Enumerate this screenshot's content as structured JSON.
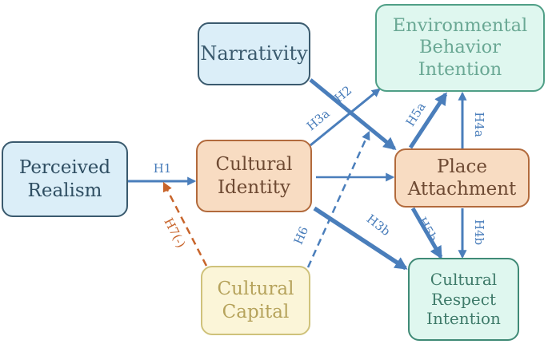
{
  "nodes": {
    "narrativity": {
      "lines": [
        "Narrativity"
      ]
    },
    "environmental_behavior_intention": {
      "lines": [
        "Environmental",
        "Behavior",
        "Intention"
      ]
    },
    "perceived_realism": {
      "lines": [
        "Perceived",
        "Realism"
      ]
    },
    "cultural_identity": {
      "lines": [
        "Cultural",
        "Identity"
      ]
    },
    "place_attachment": {
      "lines": [
        "Place",
        "Attachment"
      ]
    },
    "cultural_capital": {
      "lines": [
        "Cultural",
        "Capital"
      ]
    },
    "cultural_respect_intention": {
      "lines": [
        "Cultural",
        "Respect",
        "Intention"
      ]
    }
  },
  "paths": {
    "h1": "H1",
    "h2": "H2",
    "h3a": "H3a",
    "h3b": "H3b",
    "h4a": "H4a",
    "h4b": "H4b",
    "h5a": "H5a",
    "h5b": "H5b",
    "h6": "H6",
    "h7": "H7(-)"
  },
  "colors": {
    "arrow_blue": "#4a7ebb",
    "arrow_orange": "#c8642a"
  }
}
